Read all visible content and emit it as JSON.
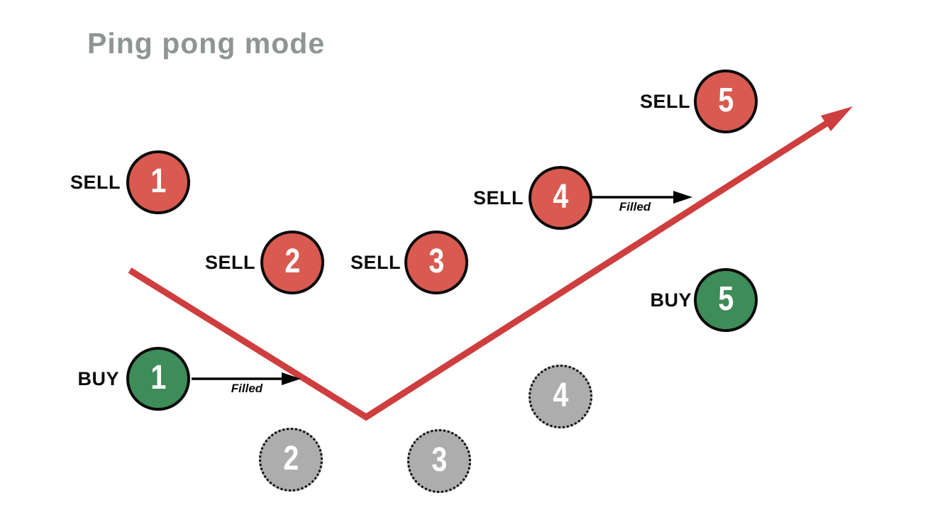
{
  "title": "Ping pong mode",
  "colors": {
    "sell_fill": "#d95a50",
    "buy_fill": "#3e8c58",
    "inactive_fill": "#adadad",
    "circle_border": "#0a0a0a",
    "number_text": "#ffffff",
    "trend_line": "#cf3e3e",
    "title_text": "#8f9494",
    "label_text": "#0b0b0b"
  },
  "orders": [
    {
      "id": "sell-1",
      "side": "SELL",
      "number": "1",
      "state": "active"
    },
    {
      "id": "sell-2",
      "side": "SELL",
      "number": "2",
      "state": "active"
    },
    {
      "id": "sell-3",
      "side": "SELL",
      "number": "3",
      "state": "active"
    },
    {
      "id": "sell-4",
      "side": "SELL",
      "number": "4",
      "state": "active"
    },
    {
      "id": "sell-5",
      "side": "SELL",
      "number": "5",
      "state": "active"
    },
    {
      "id": "buy-1",
      "side": "BUY",
      "number": "1",
      "state": "active"
    },
    {
      "id": "buy-5",
      "side": "BUY",
      "number": "5",
      "state": "active"
    },
    {
      "id": "consumed-2",
      "side": "",
      "number": "2",
      "state": "consumed"
    },
    {
      "id": "consumed-3",
      "side": "",
      "number": "3",
      "state": "consumed"
    },
    {
      "id": "consumed-4",
      "side": "",
      "number": "4",
      "state": "consumed"
    }
  ],
  "annotations": {
    "filled_buy_label": "Filled",
    "filled_sell_label": "Filled"
  }
}
